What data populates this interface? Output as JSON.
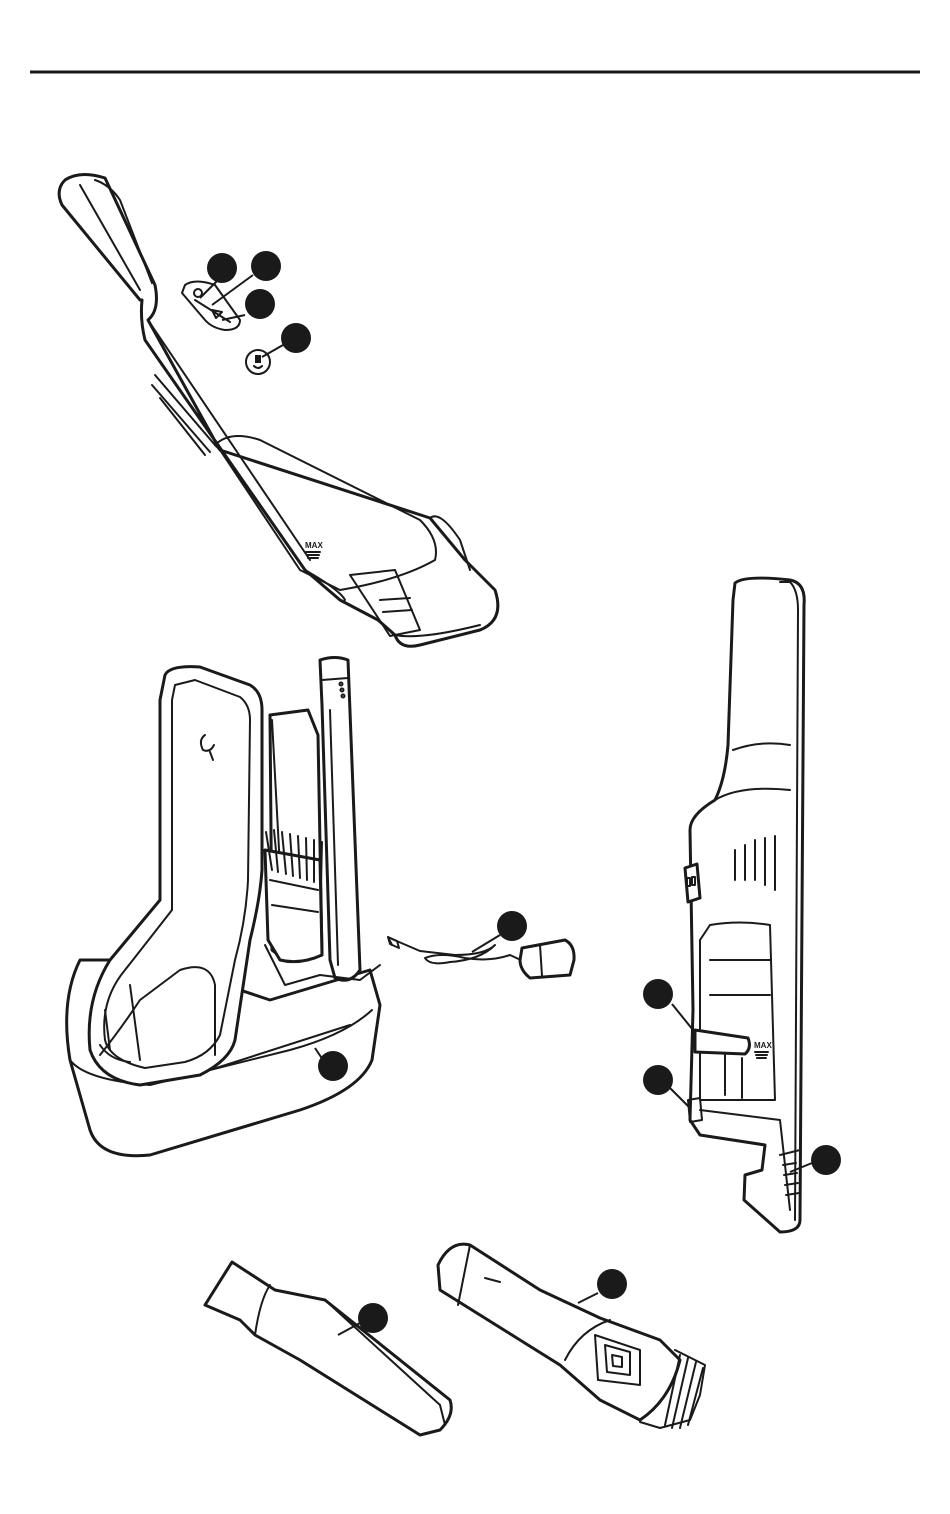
{
  "header_rule": true,
  "product_labels": {
    "vac_top_max": "MAX",
    "vac_right_max": "MAX"
  },
  "callout_color": "#1a1a1a",
  "callouts": [
    {
      "id": "c1"
    },
    {
      "id": "c2"
    },
    {
      "id": "c3"
    },
    {
      "id": "c4"
    },
    {
      "id": "c5"
    },
    {
      "id": "c6"
    },
    {
      "id": "c7"
    },
    {
      "id": "c8"
    },
    {
      "id": "c9"
    },
    {
      "id": "c10"
    },
    {
      "id": "c11"
    }
  ]
}
